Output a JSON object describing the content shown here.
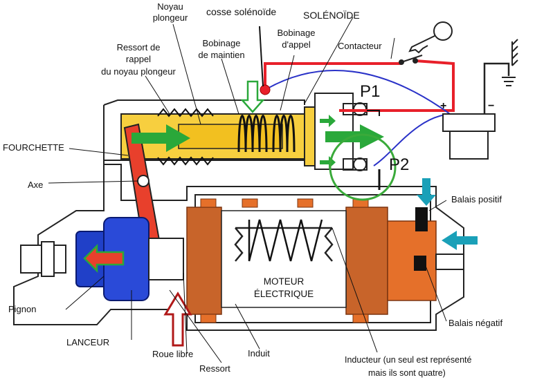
{
  "labels": {
    "noyau_plongeur": [
      "Noyau",
      "plongeur"
    ],
    "cosse_solenoide": "cosse solénoïde",
    "solenoide": "SOLÉNOÏDE",
    "ressort_rappel": [
      "Ressort de",
      "rappel",
      "du noyau plongeur"
    ],
    "bobinage_maintien": [
      "Bobinage",
      "de maintien"
    ],
    "bobinage_appel": [
      "Bobinage",
      "d'appel"
    ],
    "contacteur": "Contacteur",
    "p1": "P1",
    "p2": "P2",
    "fourchette": "FOURCHETTE",
    "axe": "Axe",
    "balais_positif": "Balais positif",
    "moteur": [
      "MOTEUR",
      "ÉLECTRIQUE"
    ],
    "pignon": "Pignon",
    "balais_negatif": "Balais négatif",
    "lanceur": "LANCEUR",
    "roue_libre": "Roue libre",
    "ressort": "Ressort",
    "induit": "Induit",
    "inducteur": [
      "Inducteur (un seul est représenté",
      "mais ils sont quatre)"
    ],
    "plus": "+",
    "minus": "−"
  },
  "colors": {
    "solenoid_yellow": "#f7cf3f",
    "fork_red": "#e8402c",
    "pinion_blue": "#2040c8",
    "wire_red": "#e8202a",
    "wire_blue": "#2a32c8",
    "arrow_green": "#2aa83a",
    "arrow_teal": "#1aa0b8",
    "arrow_darkred": "#b01818",
    "circle_green": "#3aaa3a",
    "armature_copper": "#c8642a"
  }
}
